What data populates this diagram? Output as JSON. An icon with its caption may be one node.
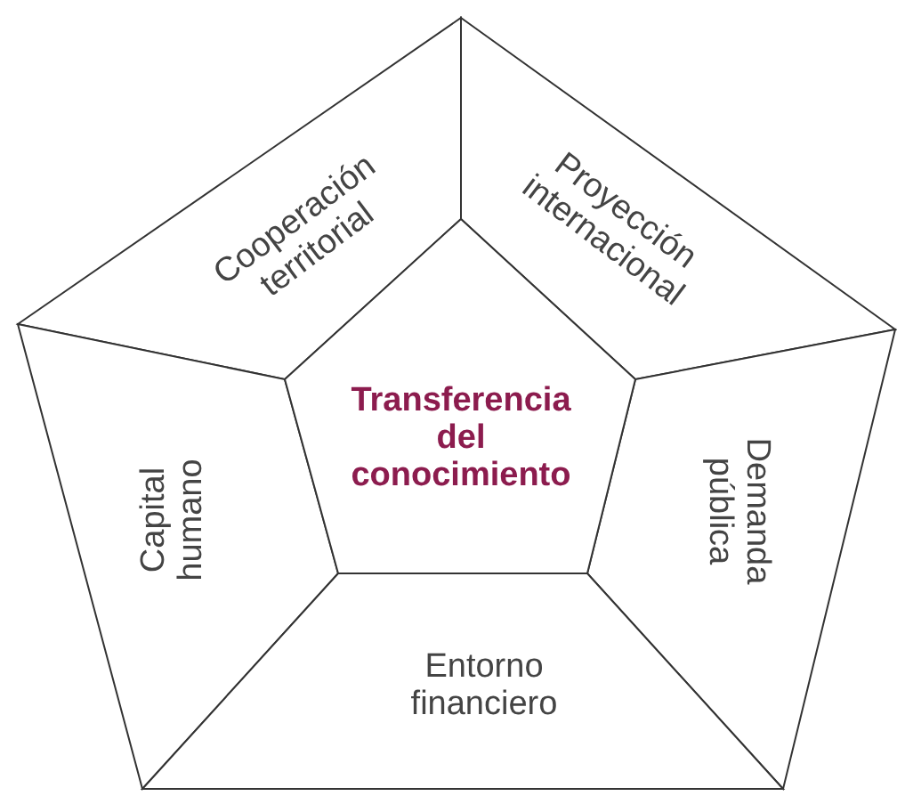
{
  "diagram": {
    "nodes": [
      {
        "text": [
          "Cooperación territorial"
        ]
      },
      {
        "text": [
          "Proyección internacional"
        ]
      },
      {
        "text": [
          "Transferencia del conocimiento"
        ]
      },
      {
        "text": [
          "Capital humano"
        ]
      },
      {
        "text": [
          "Demanda pública"
        ]
      },
      {
        "text": [
          "Entorno financiero"
        ]
      }
    ]
  }
}
